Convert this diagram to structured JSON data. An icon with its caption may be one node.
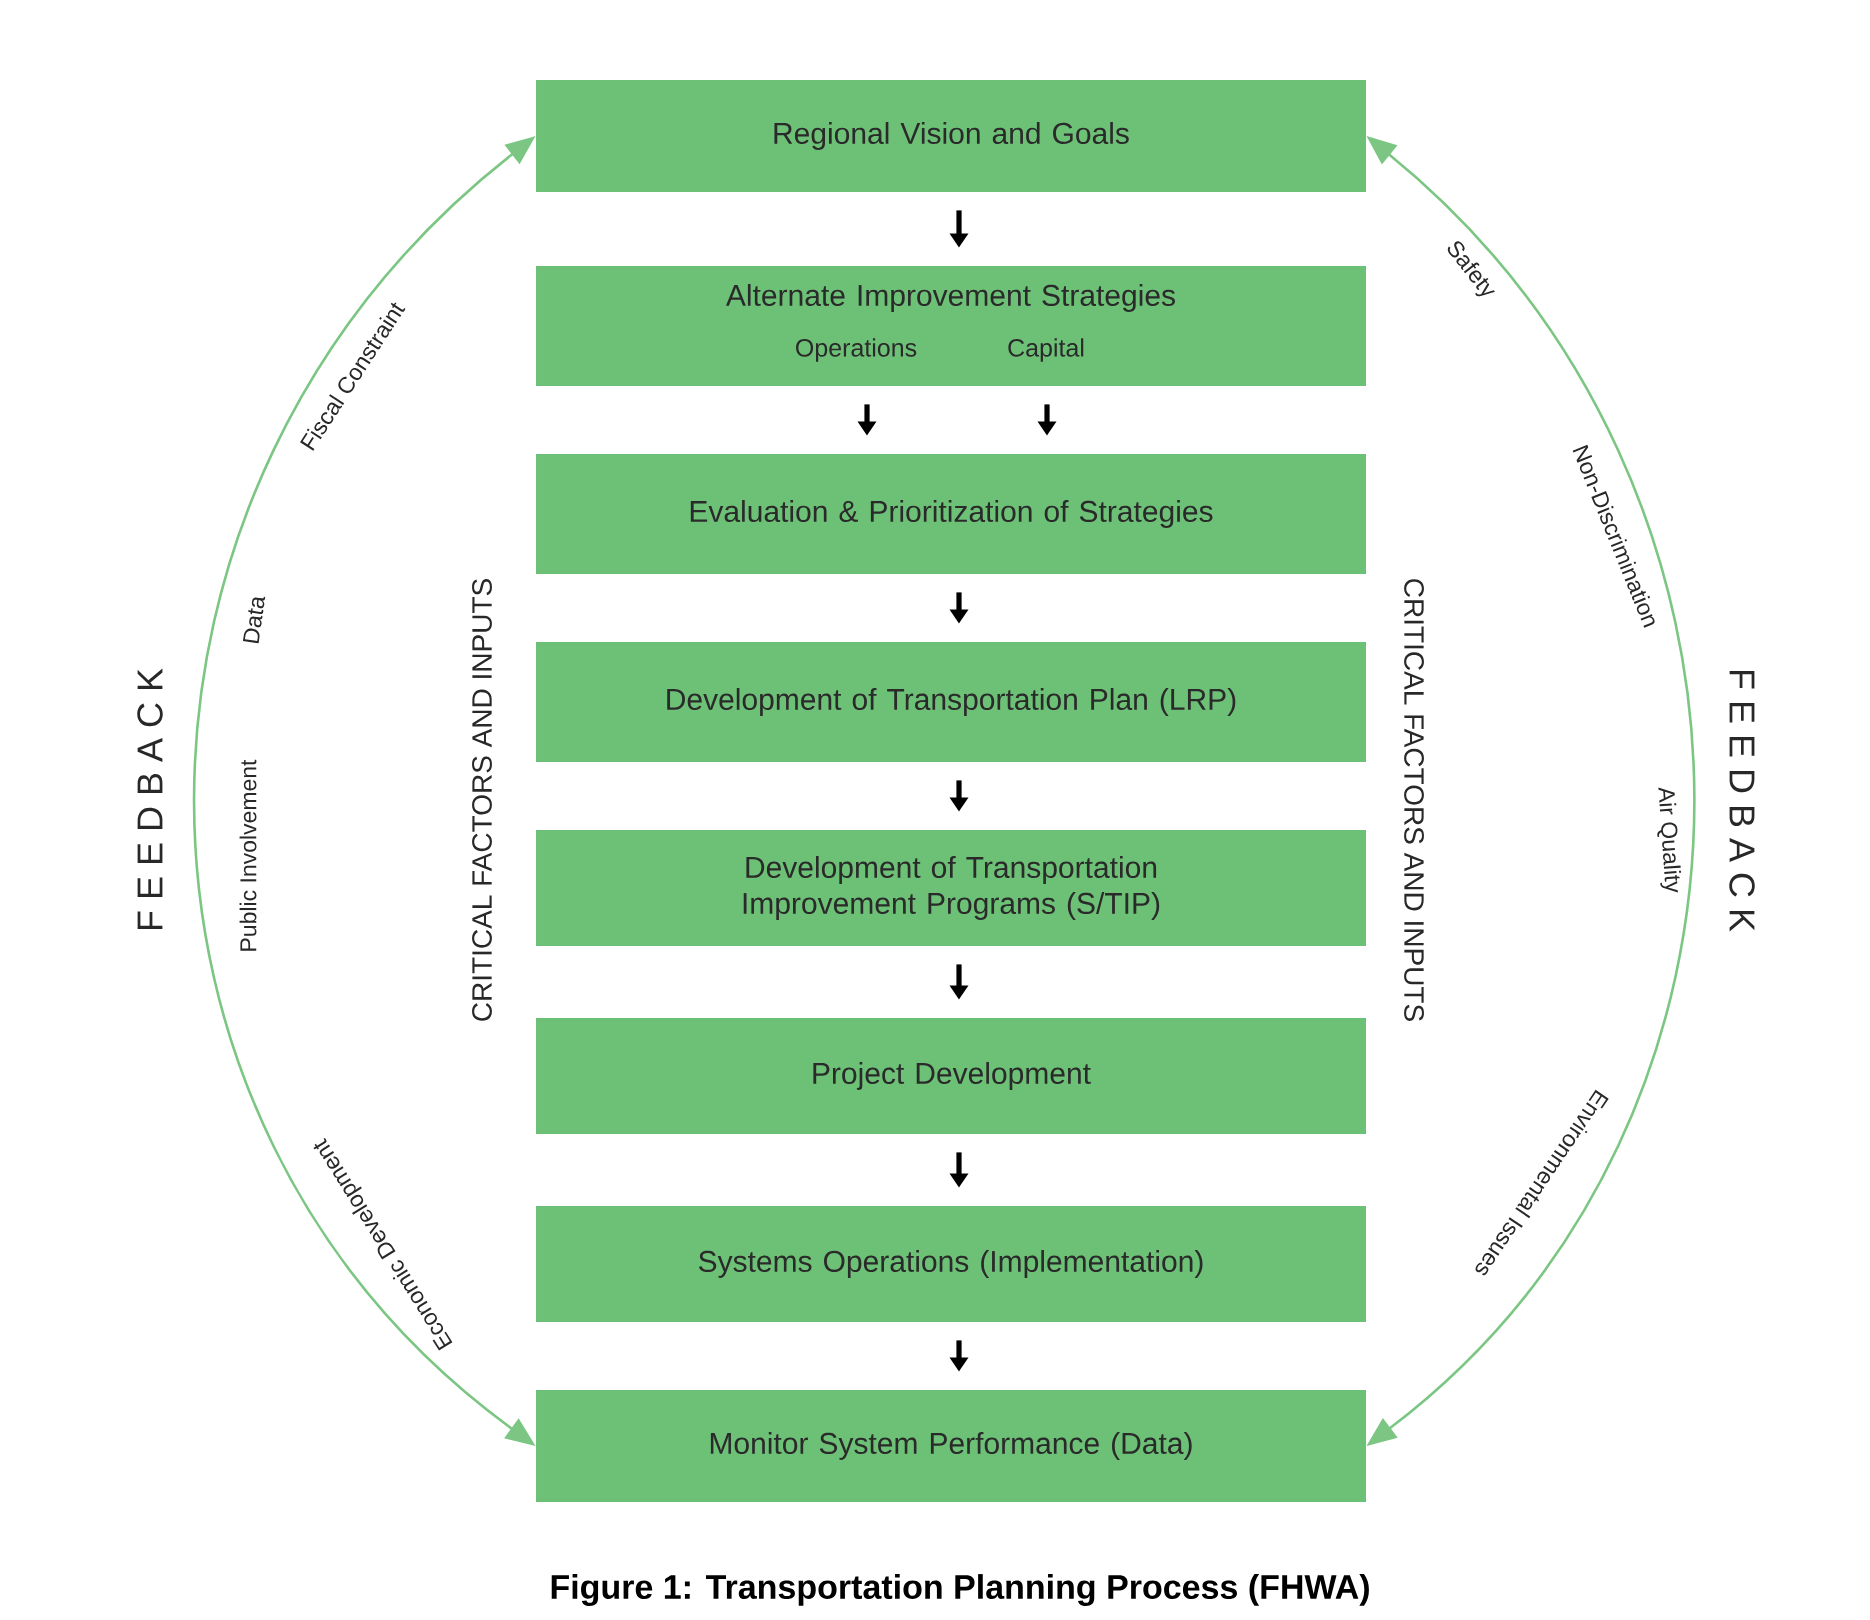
{
  "diagram": {
    "caption": "Figure 1: Transportation Planning Process (FHWA)",
    "nodes": [
      {
        "text": [
          "Regional Vision and Goals"
        ]
      },
      {
        "text": [
          "Alternate Improvement Strategies",
          "Operations",
          "Capital"
        ]
      },
      {
        "text": [
          "Evaluation & Prioritization of Strategies"
        ]
      },
      {
        "text": [
          "Development of Transportation Plan (LRP)"
        ]
      },
      {
        "text": [
          "Development of Transportation Improvement Programs (S/TIP)"
        ]
      },
      {
        "text": [
          "Project Development"
        ]
      },
      {
        "text": [
          "Systems Operations (Implementation)"
        ]
      },
      {
        "text": [
          "Monitor System Performance (Data)"
        ]
      }
    ],
    "edges": [
      {
        "from": 0,
        "to": 1,
        "arrow": "to"
      },
      {
        "from": 1,
        "to": 2,
        "arrow": "to"
      },
      {
        "from": 1,
        "to": 2,
        "arrow": "to"
      },
      {
        "from": 2,
        "to": 3,
        "arrow": "to"
      },
      {
        "from": 3,
        "to": 4,
        "arrow": "to"
      },
      {
        "from": 4,
        "to": 5,
        "arrow": "to"
      },
      {
        "from": 5,
        "to": 6,
        "arrow": "to"
      },
      {
        "from": 6,
        "to": 7,
        "arrow": "to"
      },
      {
        "from": 7,
        "to": 0,
        "arrow": "both",
        "color": "#7cc683"
      },
      {
        "from": 7,
        "to": 0,
        "arrow": "both",
        "color": "#7cc683"
      }
    ],
    "labels": [
      "F E E D B A C K",
      "Fiscal Constraint",
      "Data",
      "Public Involvement",
      "Economic Development",
      "CRITICAL FACTORS AND INPUTS",
      "CRITICAL FACTORS AND INPUTS",
      "Safety",
      "Non-Discrimination",
      "Air Quality",
      "Environmental Issues",
      "F E E D B A C K"
    ]
  }
}
